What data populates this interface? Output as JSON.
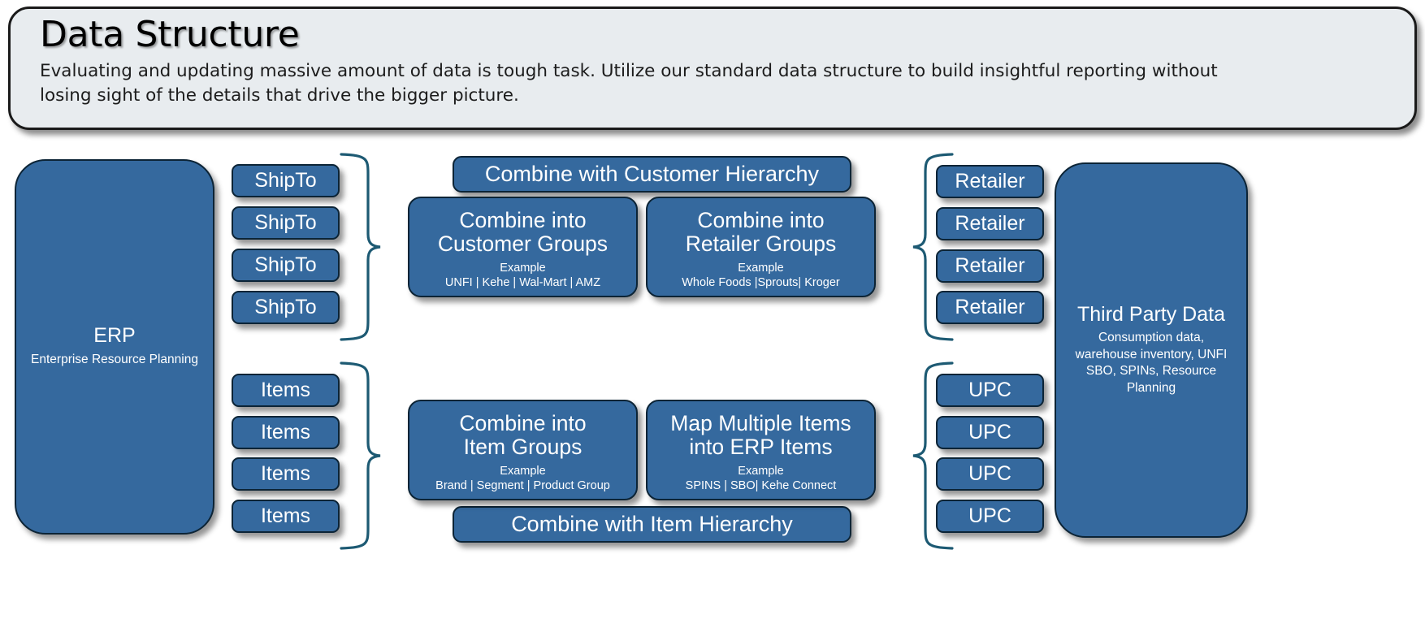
{
  "header": {
    "title": "Data Structure",
    "subtitle": "Evaluating and updating massive amount of data is tough task. Utilize our standard data structure to build insightful reporting without losing sight of the details that drive the bigger picture."
  },
  "theme": {
    "panel_bg": "#e8ecef",
    "node_fill": "#35699e",
    "node_border": "#0c2436",
    "connector": "#1d5a73",
    "node_text": "#ffffff",
    "header_text": "#000000"
  },
  "sources": {
    "erp": {
      "title": "ERP",
      "description": "Enterprise Resource Planning"
    },
    "third_party": {
      "title": "Third Party Data",
      "description": "Consumption data, warehouse inventory, UNFI SBO, SPINs,  Resource Planning"
    }
  },
  "leaf_columns": {
    "ship_to": {
      "label": "ShipTo",
      "items": [
        "ShipTo",
        "ShipTo",
        "ShipTo",
        "ShipTo"
      ]
    },
    "items": {
      "label": "Items",
      "items": [
        "Items",
        "Items",
        "Items",
        "Items"
      ]
    },
    "retailer": {
      "label": "Retailer",
      "items": [
        "Retailer",
        "Retailer",
        "Retailer",
        "Retailer"
      ]
    },
    "upc": {
      "label": "UPC",
      "items": [
        "UPC",
        "UPC",
        "UPC",
        "UPC"
      ]
    }
  },
  "hierarchy_bars": {
    "customer": "Combine with Customer Hierarchy",
    "item": "Combine with Item Hierarchy"
  },
  "cards": {
    "customer_groups": {
      "title_line1": "Combine into",
      "title_line2": "Customer Groups",
      "example_label": "Example",
      "example_value": "UNFI | Kehe | Wal-Mart | AMZ"
    },
    "retailer_groups": {
      "title_line1": "Combine into",
      "title_line2": "Retailer Groups",
      "example_label": "Example",
      "example_value": "Whole Foods |Sprouts| Kroger"
    },
    "item_groups": {
      "title_line1": "Combine into",
      "title_line2": "Item Groups",
      "example_label": "Example",
      "example_value": "Brand | Segment | Product Group"
    },
    "map_items": {
      "title_line1": "Map Multiple Items",
      "title_line2": "into ERP Items",
      "example_label": "Example",
      "example_value": "SPINS | SBO| Kehe Connect"
    }
  }
}
